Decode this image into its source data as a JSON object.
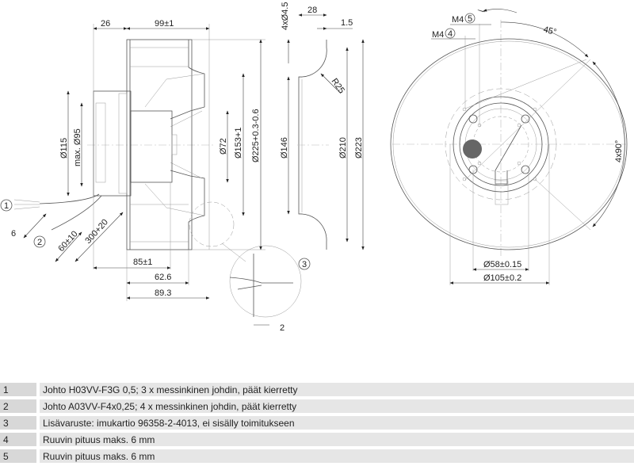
{
  "drawing": {
    "side_view": {
      "dims": {
        "d26": "26",
        "d99": "99±1",
        "d115": "Ø115",
        "d95": "max. Ø95",
        "d72": "Ø72",
        "d153": "Ø153+1",
        "d225": "Ø225+0.3-0.6",
        "d85": "85±1",
        "d62": "62.6",
        "d89": "89.3",
        "d6": "6",
        "d60": "60±10",
        "d300": "300+20",
        "d2": "2"
      },
      "callouts": [
        "1",
        "2",
        "3"
      ]
    },
    "inlet_ring": {
      "dims": {
        "holes": "4xØ4.5",
        "d28": "28",
        "d15": "1.5",
        "r25": "R25",
        "d146": "Ø146",
        "d210": "Ø210",
        "d223": "Ø223"
      }
    },
    "front_view": {
      "dims": {
        "m4a": "M4",
        "m4b": "M4",
        "angle45": "45°",
        "angle90": "4x90°",
        "d58": "Ø58±0.15",
        "d105": "Ø105±0.2"
      },
      "callouts": [
        "5",
        "4"
      ]
    }
  },
  "legend": [
    {
      "num": "1",
      "text": "Johto H03VV-F3G 0,5; 3 x messinkinen johdin, päät kierretty"
    },
    {
      "num": "2",
      "text": "Johto A03VV-F4x0,25; 4 x messinkinen johdin, päät kierretty"
    },
    {
      "num": "3",
      "text": "Lisävaruste: imukartio 96358-2-4013, ei sisälly toimitukseen"
    },
    {
      "num": "4",
      "text": "Ruuvin pituus maks. 6 mm"
    },
    {
      "num": "5",
      "text": "Ruuvin pituus maks. 6 mm"
    }
  ]
}
